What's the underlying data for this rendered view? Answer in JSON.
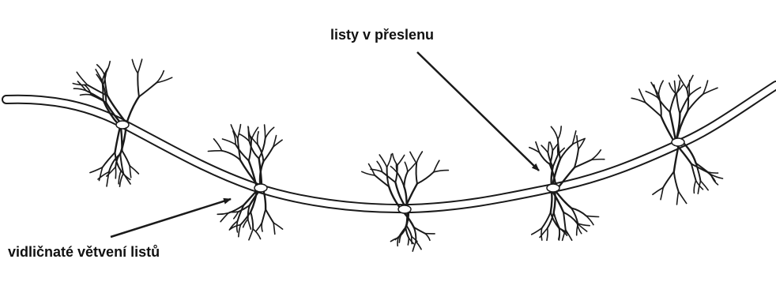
{
  "labels": {
    "whorl": "listy v přeslenu",
    "fork": "vidličnaté větvení listů"
  },
  "colors": {
    "ink": "#1a1a1a",
    "stem_fill": "#ffffff",
    "background": "#ffffff"
  },
  "icons": [
    "hornwort-stem",
    "leaf-whorl",
    "label-arrow"
  ]
}
